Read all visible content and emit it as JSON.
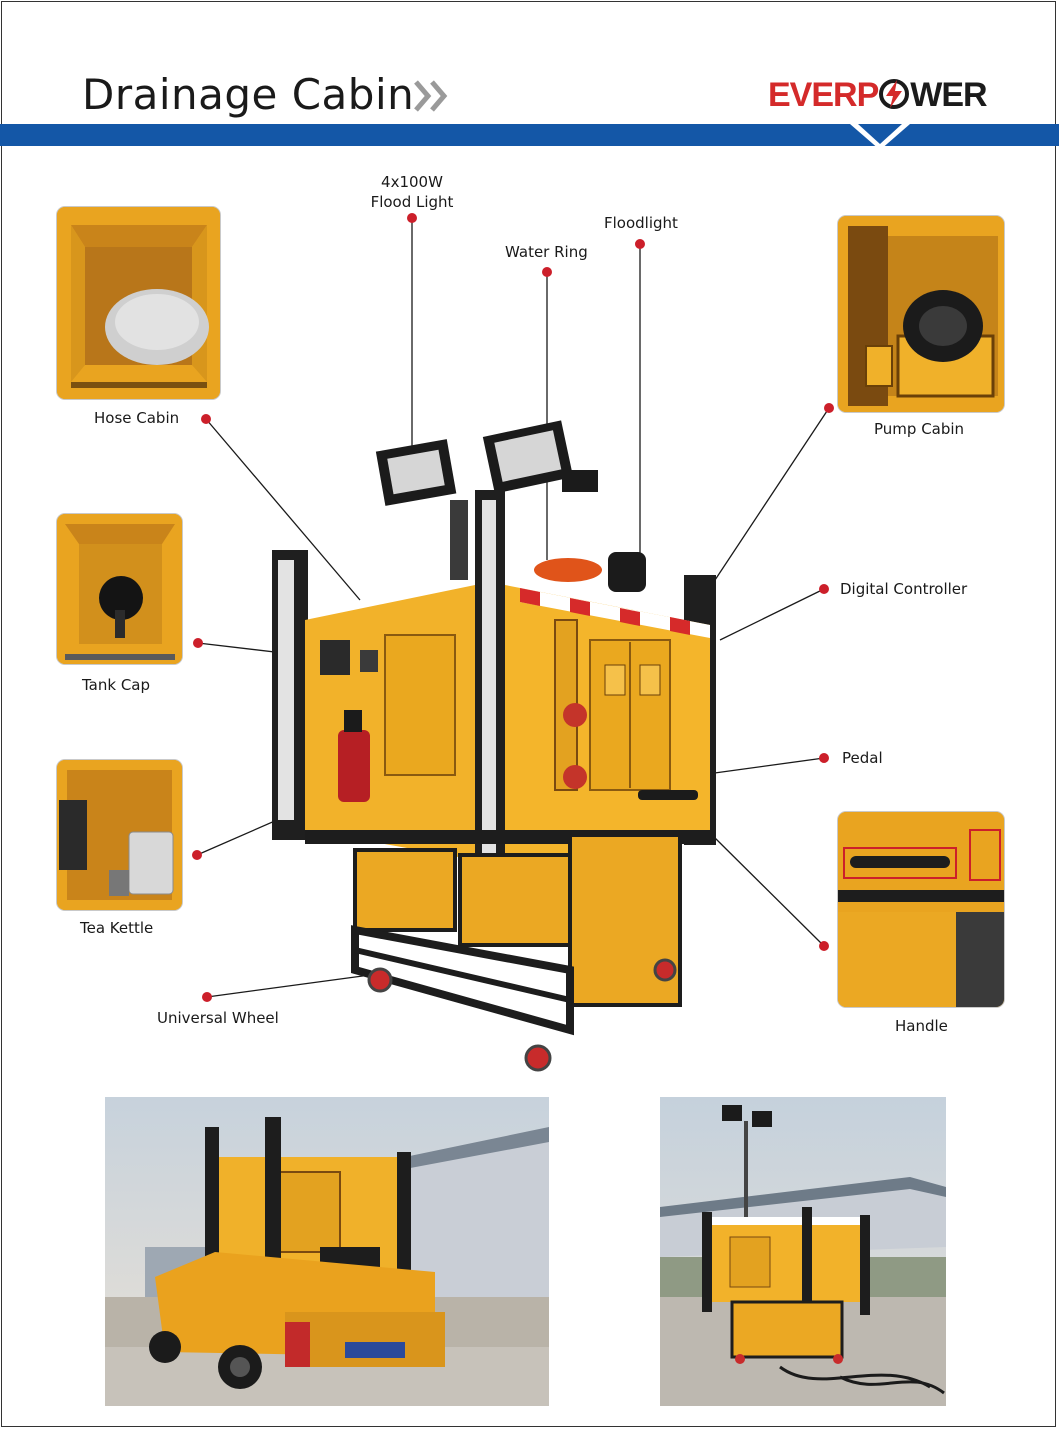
{
  "header": {
    "title": "Drainage Cabin",
    "logo_left": "EVERP",
    "logo_right": "WER",
    "band_color": "#1457a7",
    "logo_red": "#d42a2a"
  },
  "labels": {
    "flood_light": [
      "4x100W",
      "Flood Light"
    ],
    "floodlight": "Floodlight",
    "water_ring": "Water Ring",
    "hose_cabin": "Hose Cabin",
    "pump_cabin": "Pump Cabin",
    "tank_cap": "Tank Cap",
    "digital_controller": "Digital Controller",
    "tea_kettle": "Tea Kettle",
    "pedal": "Pedal",
    "universal_wheel": "Universal Wheel",
    "handle": "Handle"
  },
  "colors": {
    "cabin_yellow": "#f2b22a",
    "frame_black": "#1d1d1d",
    "pointer_red": "#cc1f2a"
  }
}
